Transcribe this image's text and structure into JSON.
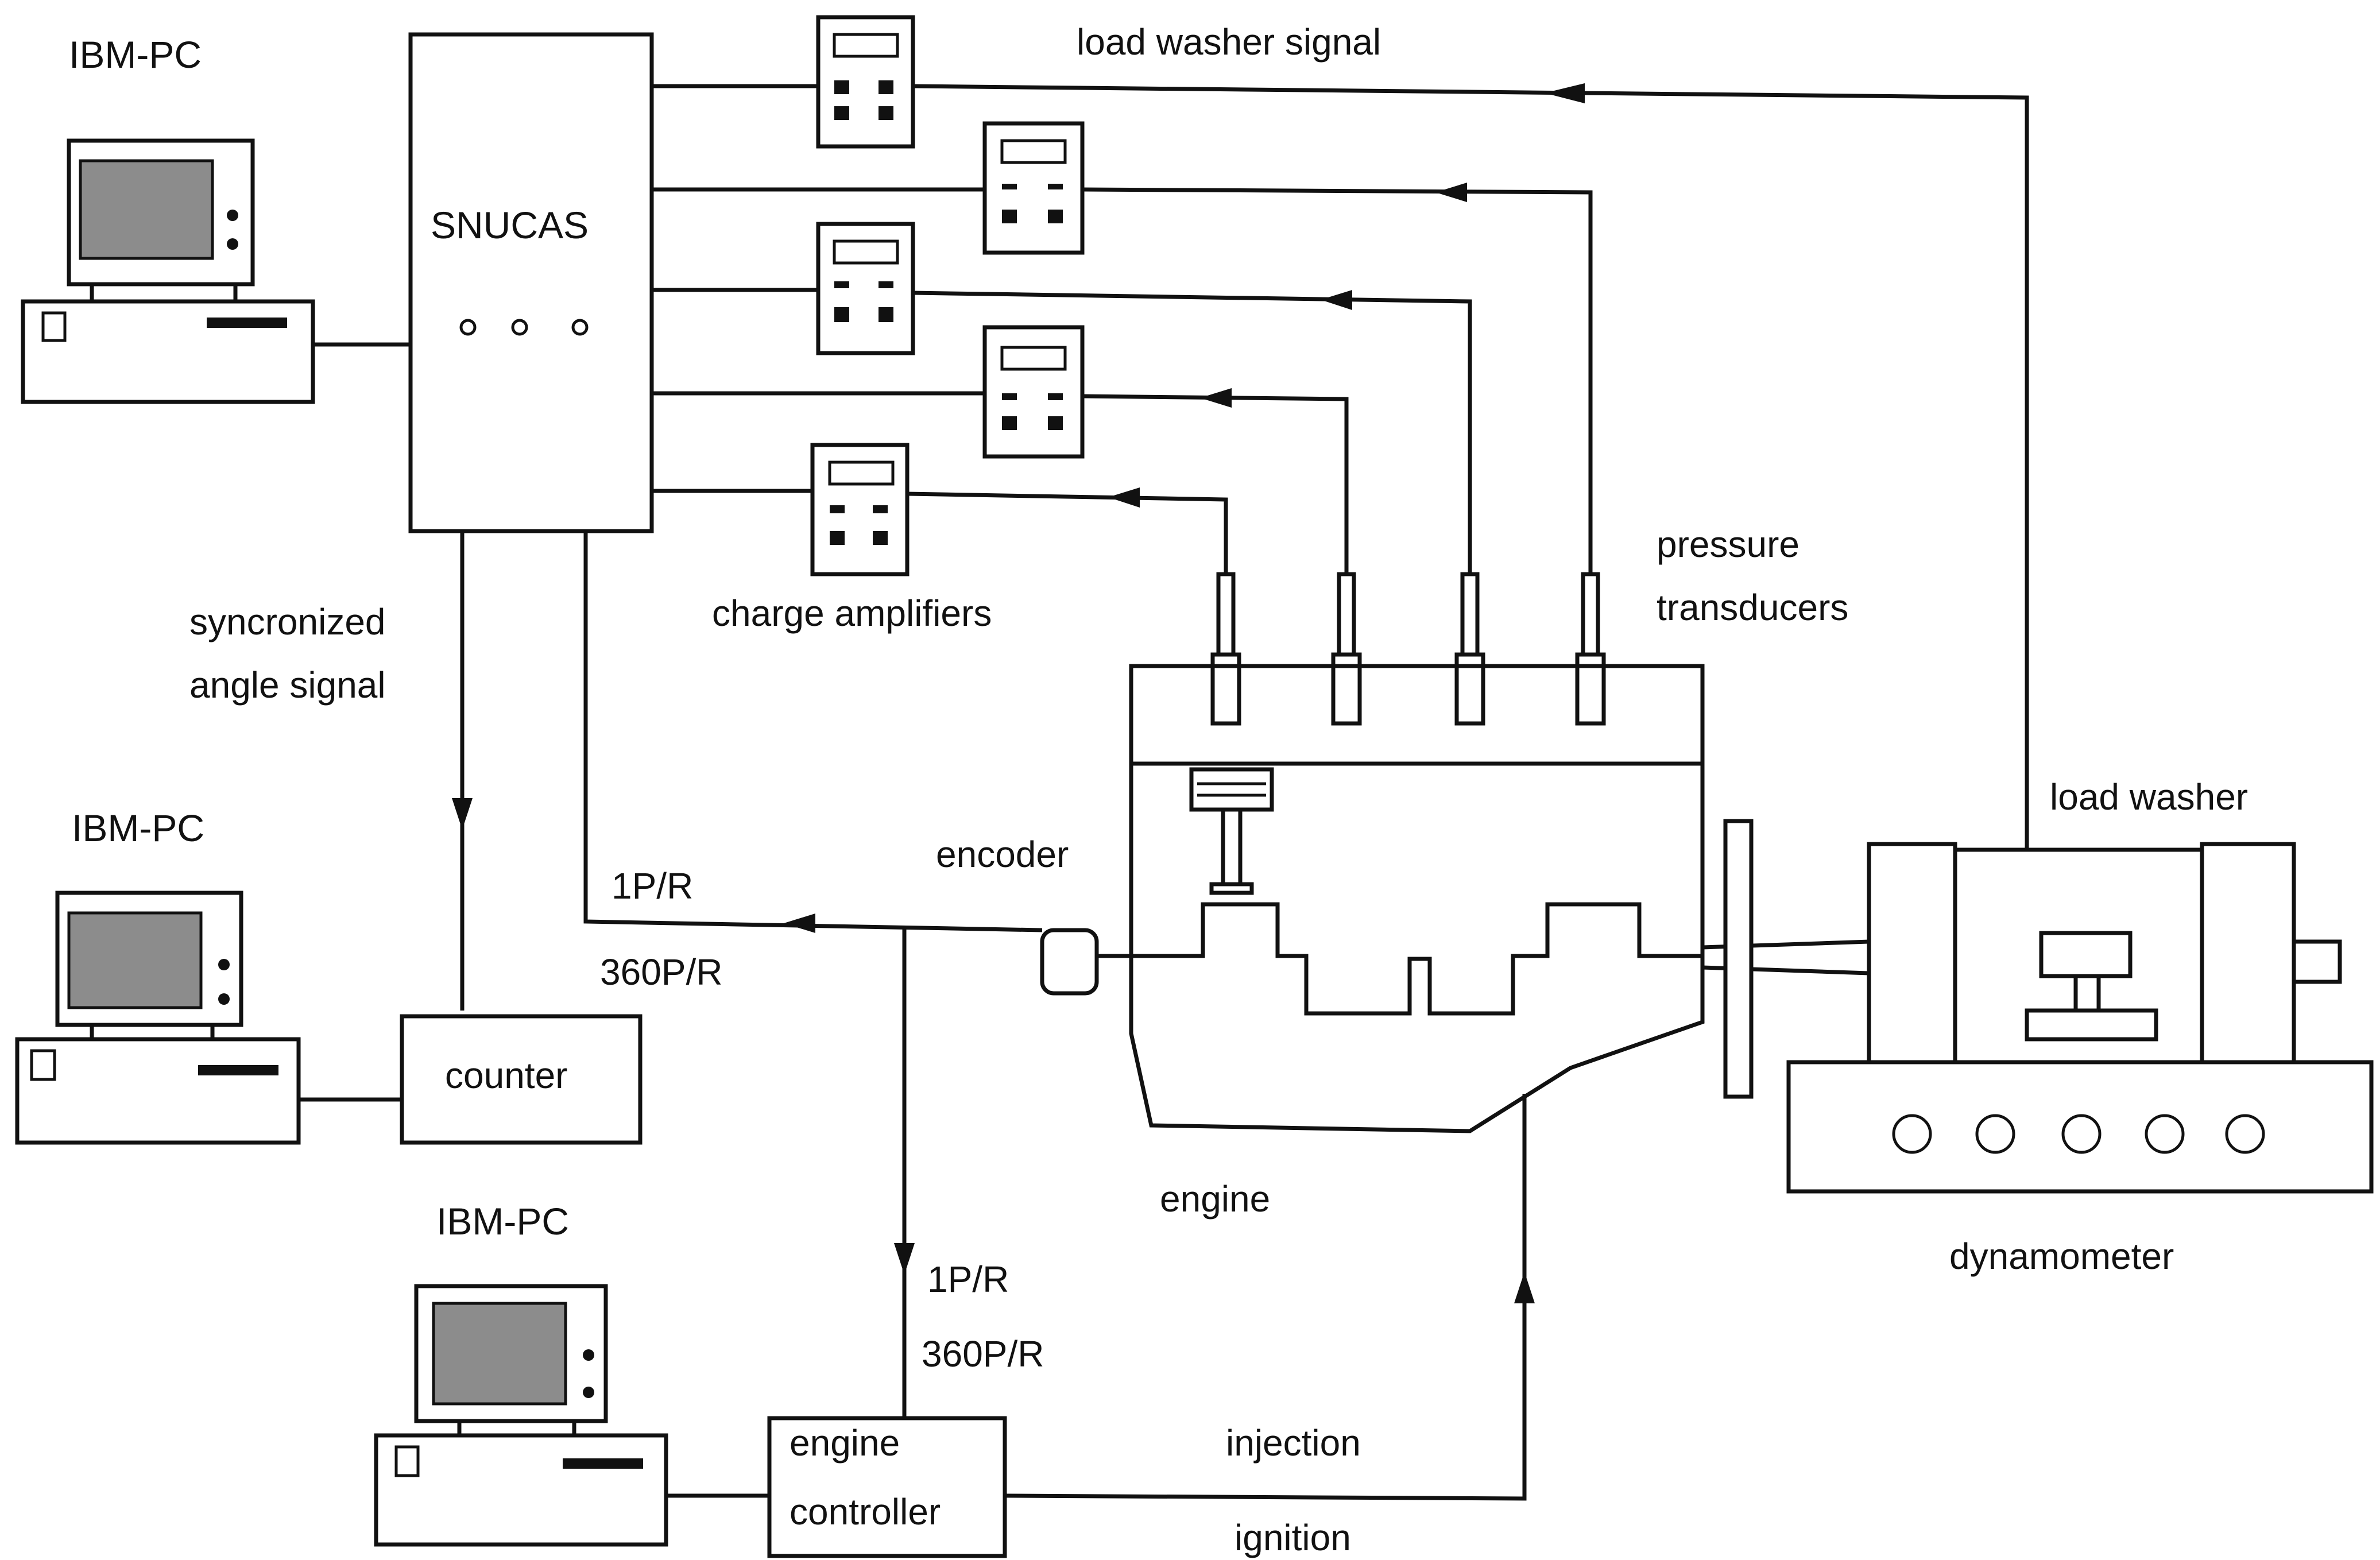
{
  "labels": {
    "pc_top": "IBM-PC",
    "pc_mid": "IBM-PC",
    "pc_bottom": "IBM-PC",
    "snucas": "SNUCAS",
    "load_washer_signal": "load washer signal",
    "charge_amplifiers": "charge amplifiers",
    "pressure": "pressure",
    "transducers": "transducers",
    "sync_line1": "syncronized",
    "sync_line2": "angle signal",
    "encoder": "encoder",
    "p1r_left": "1P/R",
    "p360r_left": "360P/R",
    "counter": "counter",
    "engine": "engine",
    "p1r_bottom": "1P/R",
    "p360r_bottom": "360P/R",
    "engine_controller_line1": "engine",
    "engine_controller_line2": "controller",
    "injection": "injection",
    "ignition": "ignition",
    "load_washer": "load washer",
    "dynamometer": "dynamometer"
  },
  "colors": {
    "ink": "#111111",
    "screen": "#8c8c8c",
    "background": "#ffffff"
  }
}
